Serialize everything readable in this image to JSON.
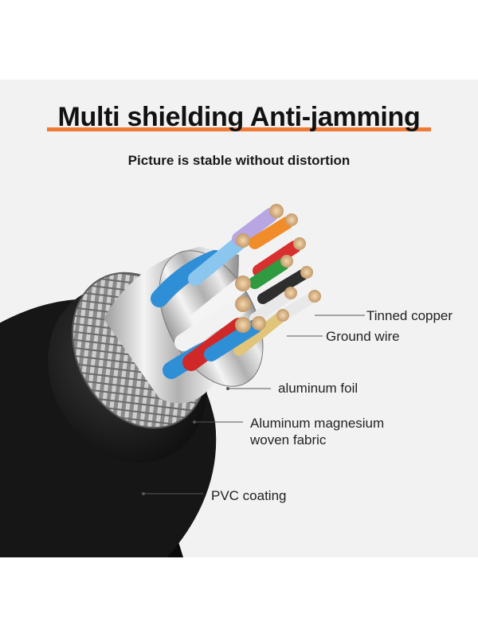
{
  "header": {
    "title": "Multi shielding Anti-jamming",
    "subtitle": "Picture is stable without distortion"
  },
  "callouts": {
    "tinned_copper": "Tinned copper",
    "ground_wire": "Ground wire",
    "aluminum_foil": "aluminum foil",
    "magnesium_line1": "Aluminum magnesium",
    "magnesium_line2": "woven fabric",
    "pvc": "PVC coating"
  },
  "colors": {
    "accent": "#ef7a34",
    "panel_background": "#f2f2f2",
    "jacket": "#1b1b1b"
  },
  "icons": [
    "cable-cross-section-illustration"
  ]
}
